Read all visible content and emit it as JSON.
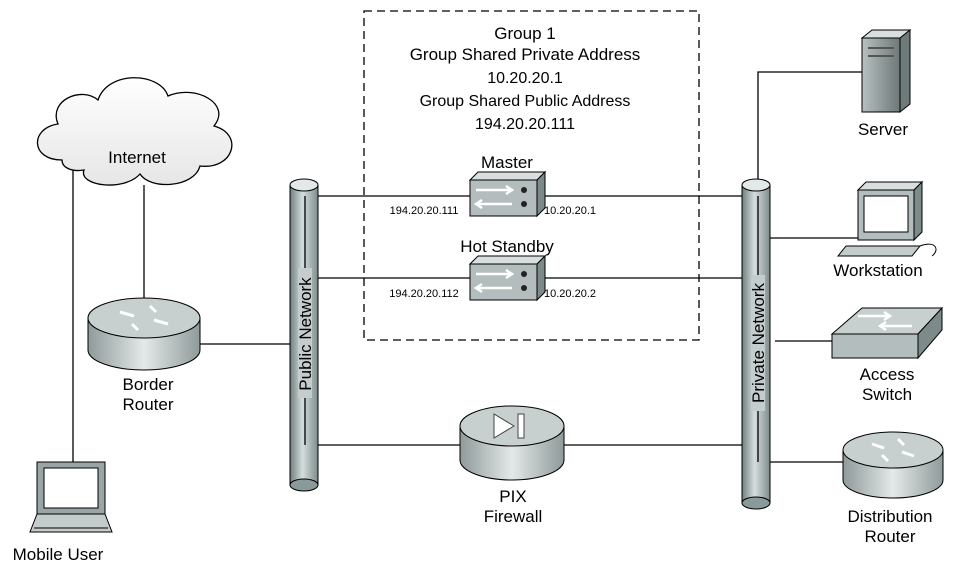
{
  "group": {
    "title": "Group 1",
    "private_label": "Group Shared Private Address",
    "private_address": "10.20.20.1",
    "public_label": "Group Shared Public Address",
    "public_address": "194.20.20.111"
  },
  "devices": {
    "master": {
      "label": "Master",
      "public_ip": "194.20.20.111",
      "private_ip": "10.20.20.1"
    },
    "standby": {
      "label": "Hot Standby",
      "public_ip": "194.20.20.112",
      "private_ip": "10.20.20.2"
    },
    "internet": "Internet",
    "border_router": [
      "Border",
      "Router"
    ],
    "mobile_user": "Mobile User",
    "pix_firewall": [
      "PIX",
      "Firewall"
    ],
    "server": "Server",
    "workstation": "Workstation",
    "access_switch": [
      "Access",
      "Switch"
    ],
    "distribution_router": [
      "Distribution",
      "Router"
    ]
  },
  "networks": {
    "public": "Public Network",
    "private": "Private Network"
  }
}
